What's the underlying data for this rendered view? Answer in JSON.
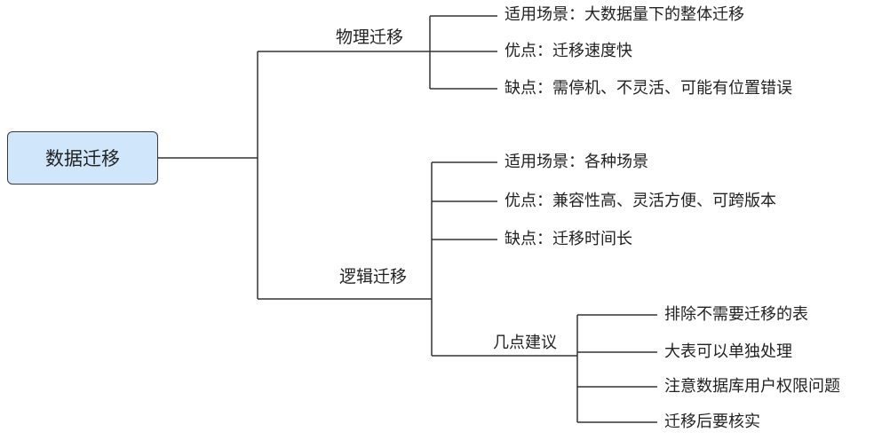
{
  "root": {
    "label": "数据迁移"
  },
  "physical": {
    "label": "物理迁移",
    "items": [
      "适用场景：大数据量下的整体迁移",
      "优点：迁移速度快",
      "缺点：需停机、不灵活、可能有位置错误"
    ]
  },
  "logical": {
    "label": "逻辑迁移",
    "items": [
      "适用场景：各种场景",
      "优点：兼容性高、灵活方便、可跨版本",
      "缺点：迁移时间长"
    ],
    "suggestions": {
      "label": "几点建议",
      "items": [
        "排除不需要迁移的表",
        "大表可以单独处理",
        "注意数据库用户权限问题",
        "迁移后要核实"
      ]
    }
  }
}
